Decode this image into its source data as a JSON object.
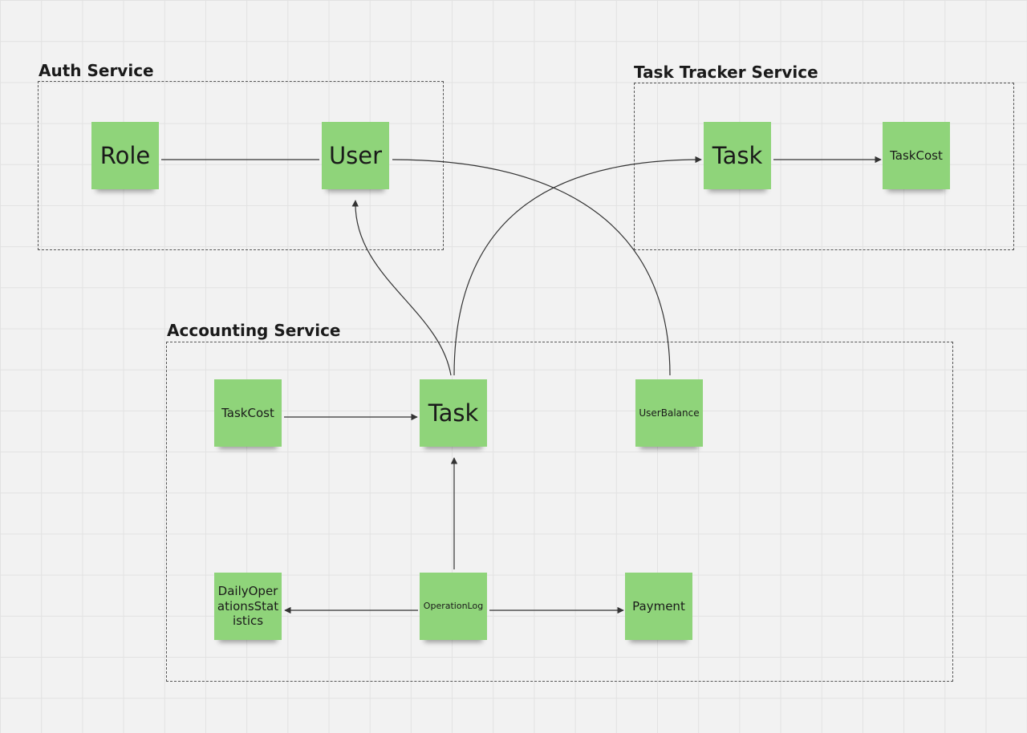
{
  "colors": {
    "sticky": "#8fd47a",
    "connector": "#333333"
  },
  "groups": {
    "auth": {
      "title": "Auth Service"
    },
    "tracker": {
      "title": "Task Tracker Service"
    },
    "accounting": {
      "title": "Accounting Service"
    }
  },
  "notes": {
    "auth_role": "Role",
    "auth_user": "User",
    "tracker_task": "Task",
    "tracker_taskcost": "TaskCost",
    "acc_taskcost": "TaskCost",
    "acc_task": "Task",
    "acc_userbalance": "UserBalance",
    "acc_daily_stats": "DailyOperationsStatistics",
    "acc_operationlog": "OperationLog",
    "acc_payment": "Payment"
  },
  "connectors": [
    {
      "from": "Role",
      "to": "User",
      "arrow": false
    },
    {
      "from": "Task (Tracker)",
      "to": "TaskCost (Tracker)",
      "arrow": true
    },
    {
      "from": "UserBalance",
      "to": "User",
      "arrow": false
    },
    {
      "from": "Task (Accounting)",
      "to": "User",
      "arrow": true
    },
    {
      "from": "Task (Accounting)",
      "to": "Task (Tracker)",
      "arrow": true
    },
    {
      "from": "TaskCost (Accounting)",
      "to": "Task (Accounting)",
      "arrow": true
    },
    {
      "from": "OperationLog",
      "to": "Task (Accounting)",
      "arrow": true
    },
    {
      "from": "OperationLog",
      "to": "DailyOperationsStatistics",
      "arrow": true
    },
    {
      "from": "OperationLog",
      "to": "Payment",
      "arrow": true
    }
  ]
}
